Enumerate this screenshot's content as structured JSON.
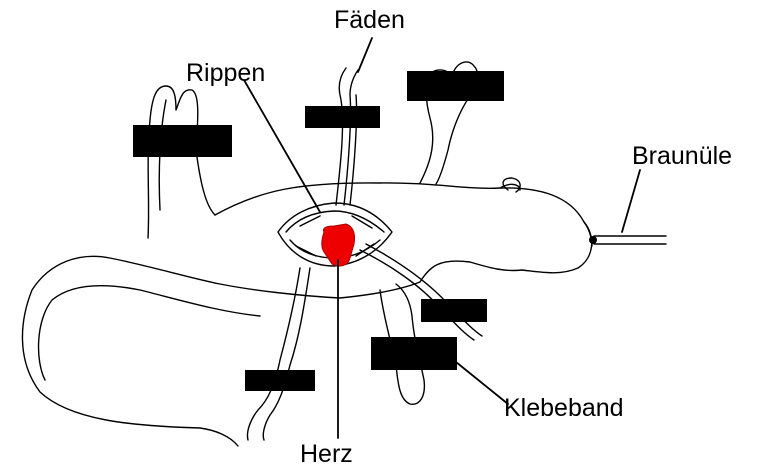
{
  "labels": {
    "faeden": "Fäden",
    "rippen": "Rippen",
    "braunuele": "Braunüle",
    "klebeband": "Klebeband",
    "herz": "Herz"
  },
  "colors": {
    "heart": "#ee0000",
    "tape": "#000000",
    "line": "#000000",
    "background": "#ffffff"
  }
}
